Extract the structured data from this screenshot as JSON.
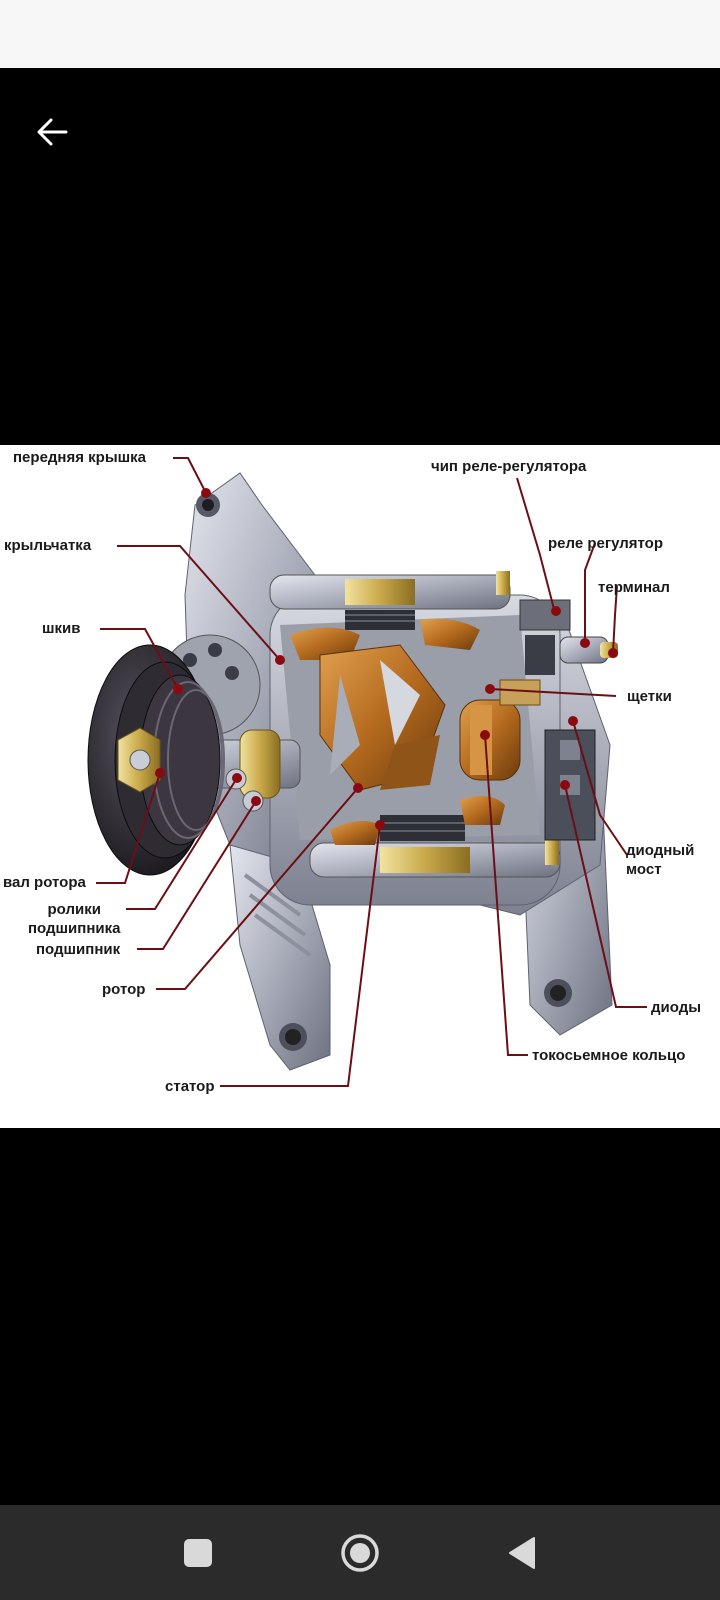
{
  "viewer": {
    "back_icon": "arrow-left-icon"
  },
  "diagram": {
    "labels": {
      "front_cover": "передняя крышка",
      "regulator_chip": "чип реле-регулятора",
      "impeller": "крыльчатка",
      "regulator_relay": "реле регулятор",
      "terminal": "терминал",
      "pulley": "шкив",
      "brushes": "щетки",
      "diode_bridge_1": "диодный",
      "diode_bridge_2": "мост",
      "rotor_shaft": "вал ротора",
      "bearing_rollers_1": "ролики",
      "bearing_rollers_2": "подшипника",
      "bearing": "подшипник",
      "rotor": "ротор",
      "diodes": "диоды",
      "slip_ring": "токосьемное кольцо",
      "stator": "статор"
    },
    "colors": {
      "leader_line": "#6b0f14",
      "marker_dot": "#8b0a12",
      "housing": "#b9bcc6",
      "copper": "#b86b1f",
      "pulley": "#25222a"
    }
  },
  "navbar": {
    "recents_icon": "square-recents-icon",
    "home_icon": "circle-home-icon",
    "back_icon": "triangle-back-icon"
  }
}
